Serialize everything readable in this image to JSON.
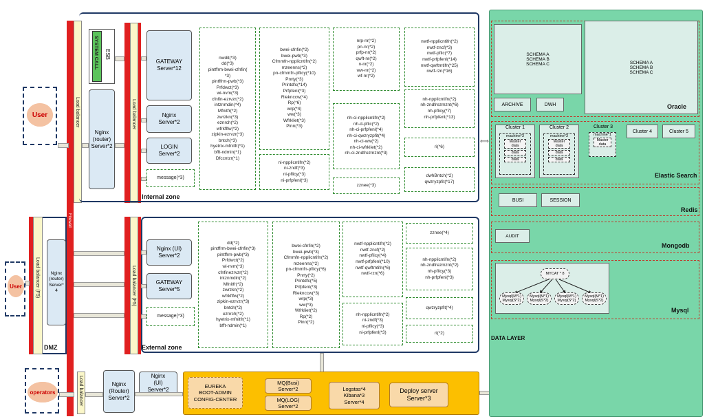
{
  "users": {
    "user1": "User",
    "user2": "User",
    "operators": "operators"
  },
  "dmz": {
    "label": "DMZ",
    "lb_label": "Load balancer  (F5)",
    "nginx": "Nginx\n(router)\nServer*\n4",
    "firewall": "Firewall"
  },
  "top_lb": {
    "label": "Load balancer",
    "nginx": "Nginx\n(router)\nServer*2"
  },
  "esb": {
    "label": "ESB",
    "system_call": "SYSTEM CALL"
  },
  "internal": {
    "zone_label": "Internal zone",
    "lb_label": "Load balancer",
    "gateway": "GATEWAY\nServer*12",
    "nginx": "Nginx\nServer*2",
    "login": "LOGIN\nServer*2",
    "message": "message(*3)",
    "col1": [
      "nwdit(*3)",
      "dd(*3)",
      "pintffrm-bwei-cfnfin(",
      "*3)",
      "pintffrm-pwb(*3)",
      "Prfdwct(*3)",
      "wi-nvm(*3)",
      "cfnfin-ezrvzr(*2)",
      "intznmdin(*4)",
      "Mfnitfr(*2)",
      "zwrzkn(*3)",
      "eznrch(*2)",
      "wfrkflfw(*2)",
      "zipkin-ezrvzr(*3)",
      "bntch(*3)",
      "hyetrix-mfnitfr(*1)",
      "bfft-ndmin(*1)",
      "Dfccntzr(*1)"
    ],
    "col2a": [
      "bwei-cfnfin(*2)",
      "bwei-pwb(*3)",
      "Cfmmfn-npplicntifn(*2)",
      "mzeenns(*2)",
      "pn-cfmmfn-pflicy(*10)",
      "Pnrty(*3)",
      "Printdfc(*14)",
      "Prfpfenl(*3)",
      "Rieknccw(*4)",
      "Rp(*6)",
      "wrp(*4)",
      "ww(*3)",
      "Wfrkliet(*3)",
      "Pinn(*3)"
    ],
    "col2b": [
      "ni-npplicntifn(*2)",
      "ni-zndf(*3)",
      "ni-pflicy(*3)",
      "ni-prfpfenl(*3)"
    ],
    "col3a": [
      "nrp-nr(*2)",
      "pn-nr(*2)",
      "prfp-nr(*2)",
      "qwft-nr(*2)",
      "n-nr(*2)",
      "ww-nr(*2)",
      "wf-nr(*2)"
    ],
    "col3b": [
      "nh-ci-npplicntifn(*2)",
      "nh-d-pflic(*2)",
      "nh-ci-prfpfenl(*4)",
      "nh-ci-qwzryzpfit(*4)",
      "nh-ci-ww(*2)",
      "nh-ci-wfrkliet(*2)",
      "nh-ci-zndfrezmznt(*3)"
    ],
    "col3c": [
      "zznee(*3)"
    ],
    "col4a": [
      "nwtf-npplicntifn(*2)",
      "nwtf-zncf(*3)",
      "nwtf-pflic(*7)",
      "nwtf-prfpfenl(*14)",
      "nwtf-qwftmtifn(*25)",
      "nwtf-rzn(*16)"
    ],
    "col4b": [
      "nh-npplicntifn(*2)",
      "nh-zndfrezmznt(*6)",
      "nh-pflicy(*7)",
      "nh-prfpfenl(*13)"
    ],
    "col4c": [
      "ri(*6)"
    ],
    "col4d": [
      "dwhBntch(*2)",
      "qwzryzpfit(*17)"
    ]
  },
  "external": {
    "zone_label": "External zone",
    "lb_label": "Load balancer (F5)",
    "nginx": "Nginx (UI)\nServer*2",
    "gateway": "GATEWAY\nServer*5",
    "message": "message(*3)",
    "col1": [
      "dd(*2)",
      "pintffrm-bwei-cfnfin(*3)",
      "pintffrm-pwb(*3)",
      "Prfdwct(*2)",
      "wi-nvm(*3)",
      "cfnfinezrvzr(*2)",
      "intznmdin(*2)",
      "Mfnitfr(*2)",
      "zwrzkn(*2)",
      "wfrkflfw(*2)",
      "zipkin-ezrvzr(*3)",
      "bntch(*2)",
      "eznrch(*2)",
      "hyetrix-mfnitfr(*1)",
      "bfft-ndmin(*1)"
    ],
    "col2": [
      "bwei-cfnfin(*2)",
      "bwei-pwb(*3)",
      "Cfmmfn-npplicntifn(*2)",
      "mzeenns(*2)",
      "pn-cfmmfn-pflicy(*6)",
      "Pnrty(*2)",
      "Printdfc(*5)",
      "Prfpfenl(*3)",
      "Rieknccw(*3)",
      "wrp(*3)",
      "ww(*3)",
      "Wfrkliet(*2)",
      "Rp(*2)",
      "Pinn(*2)"
    ],
    "col3a": [
      "nwtf-npplicntifn(*2)",
      "nwtf-zncf(*2)",
      "nwtf-pflicy(*4)",
      "nwtf-prfpfenl(*10)",
      "nwtf-qwftmtifn(*6)",
      "nwtf-rzn(*6)"
    ],
    "col3b": [
      "nh-npplicntifn(*2)",
      "ni-zndf(*3)",
      "ni-pflicy(*3)",
      "ni-prfpfenl(*3)"
    ],
    "col4a": [
      "zznee(*4)"
    ],
    "col4b": [
      "nh-npplicntifn(*2)",
      "nh-zndfrezmznt(*2)",
      "nh-pflicy(*3)",
      "nh-prfpfenl(*3)"
    ],
    "col4c": [
      "qwzryzpfit(*4)"
    ],
    "col4d": [
      "ri(*2)"
    ]
  },
  "ops": {
    "lb_label": "Load balancer",
    "nginx_router": "Nginx\n(Router)\nServer*2",
    "nginx_ui": "Nginx\n(UI)\nServer*2",
    "eureka": "EUREKA\nBOOT-ADMIN\nCONFIG-CENTER",
    "mq_busi": "MQ(Busi)\nServer*2",
    "mq_log": "MQ(LOG)\nServer*2",
    "logstash": "Logstas*4\nKibana*3\nServer*4",
    "deploy": "Deploy server\nServer*3"
  },
  "data_layer": {
    "label": "DATA LAYER",
    "oracle": {
      "name": "Oracle",
      "schema1": "SCHEMA A\nSCHEMA B\nSCHEMA C",
      "schema2": "SCHEMA A\nSCHEMA B\nSCHEMA C",
      "archive": "ARCHIVE",
      "dwh": "DWH"
    },
    "es": {
      "name": "Elastic Search",
      "cluster1": "Cluster 1",
      "cluster2": "Cluster 2",
      "cluster3": "Cluster 3",
      "cluster4": "Cluster 4",
      "cluster5": "Cluster 5",
      "machine": "machine*3",
      "master": "Master\ndata",
      "data": "data",
      "machine1": "machine*1",
      "master_data": "Master\ndata"
    },
    "redis": {
      "name": "Redis",
      "busi": "BUSI",
      "session": "SESSION"
    },
    "mongodb": {
      "name": "Mongodb",
      "audit": "AUDIT"
    },
    "mysql": {
      "name": "Mysql",
      "mycat": "MYCAT * 8",
      "n1": "Mysql(M*1)\nMysql(S*2)",
      "n2": "Mysql(M*1)\nMysql(S*2)",
      "n3": "Mysql(M*1)\nMysql(S*2)",
      "n4": "Mysql(M*1)\nMysql(S*2)"
    }
  }
}
